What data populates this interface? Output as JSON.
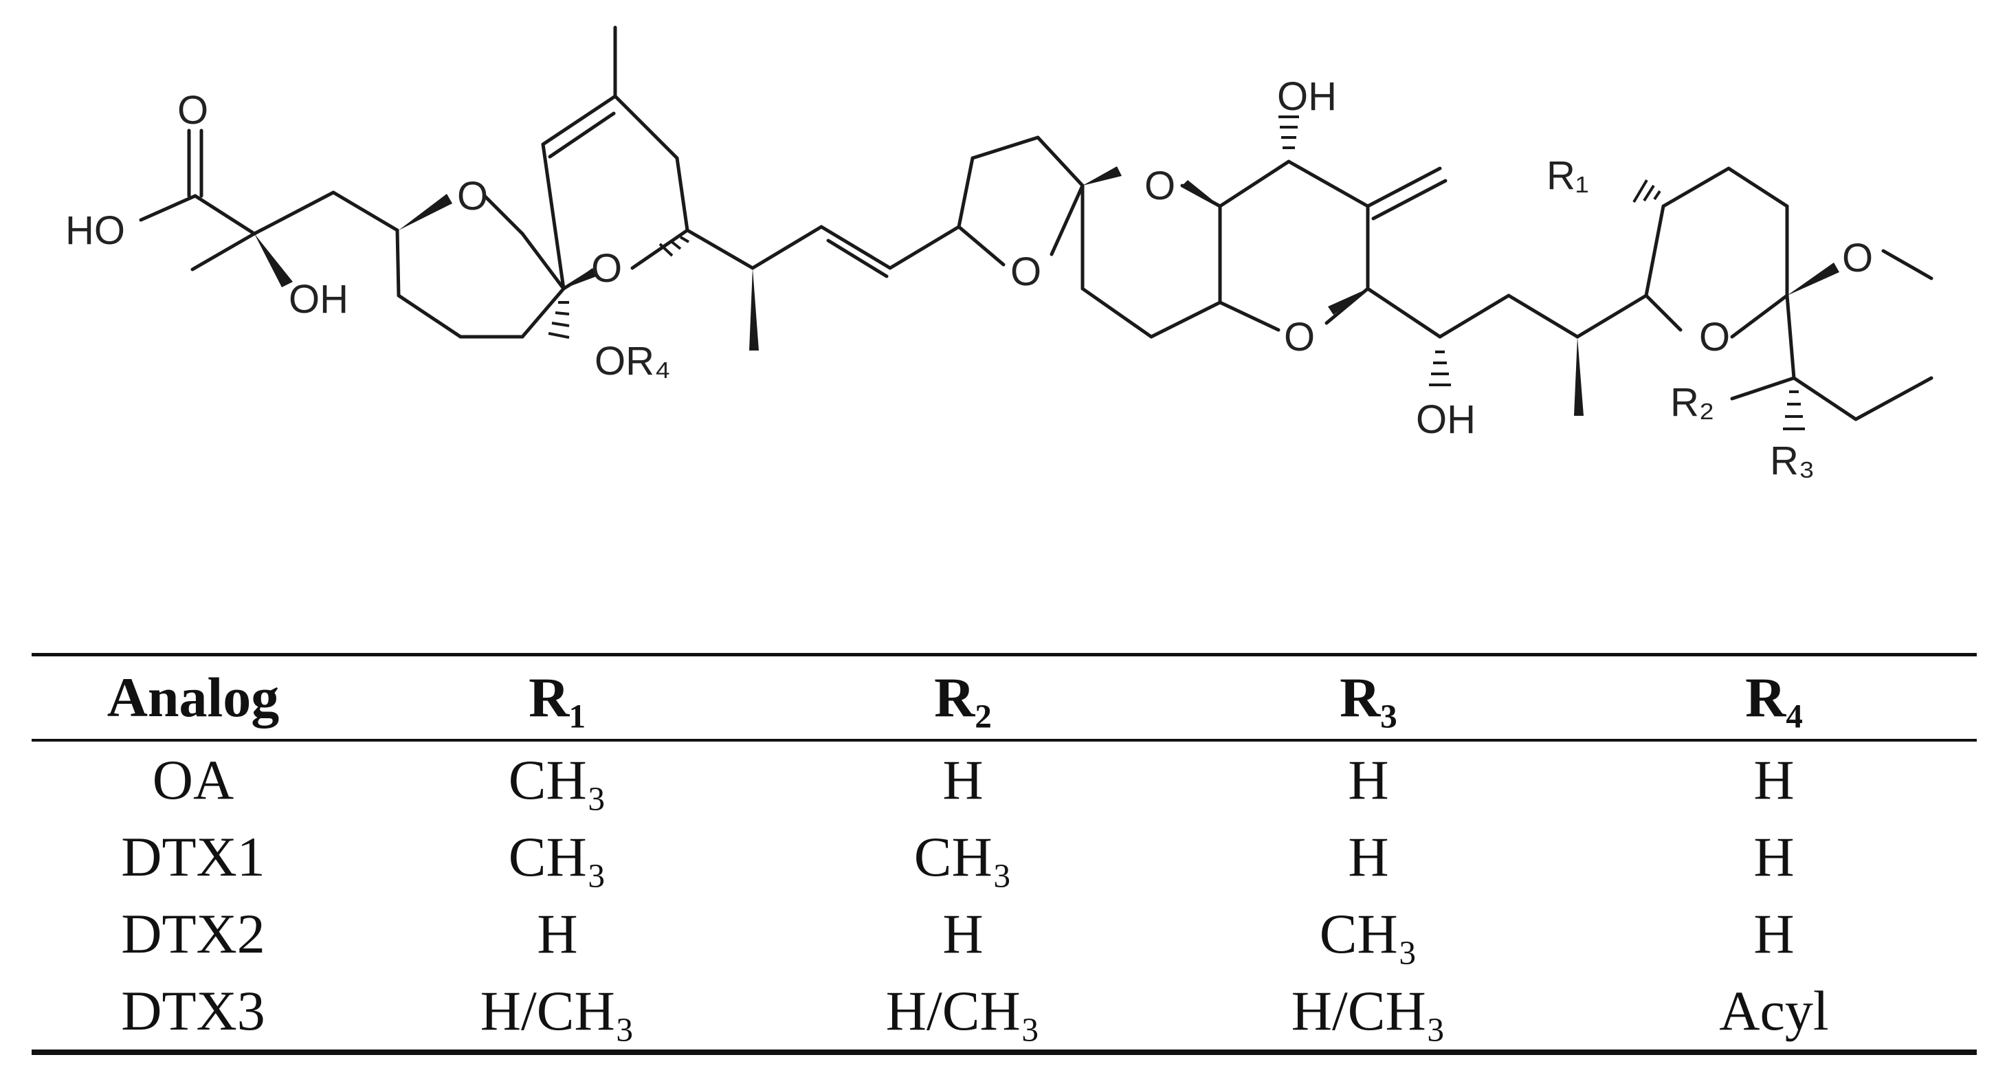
{
  "structure": {
    "atoms": {
      "O": "O",
      "HO": "HO",
      "OH": "OH",
      "OR4": "OR₄",
      "R1": "R₁",
      "R2": "R₂",
      "R3": "R₃"
    }
  },
  "table": {
    "headers": [
      "Analog",
      "R₁",
      "R₂",
      "R₃",
      "R₄"
    ],
    "rows": [
      [
        "OA",
        "CH₃",
        "H",
        "H",
        "H"
      ],
      [
        "DTX1",
        "CH₃",
        "CH₃",
        "H",
        "H"
      ],
      [
        "DTX2",
        "H",
        "H",
        "CH₃",
        "H"
      ],
      [
        "DTX3",
        "H/CH₃",
        "H/CH₃",
        "H/CH₃",
        "Acyl"
      ]
    ]
  }
}
